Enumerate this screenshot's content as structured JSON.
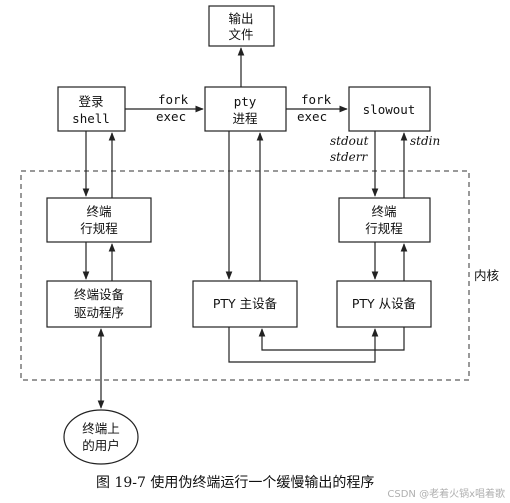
{
  "nodes": {
    "output_file": [
      "输出",
      "文件"
    ],
    "login_shell": [
      "登录",
      "shell"
    ],
    "pty_process": [
      "pty",
      "进程"
    ],
    "slowout": "slowout",
    "line_discipline_left": [
      "终端",
      "行规程"
    ],
    "line_discipline_right": [
      "终端",
      "行规程"
    ],
    "terminal_driver": [
      "终端设备",
      "驱动程序"
    ],
    "pty_master": "PTY 主设备",
    "pty_slave": "PTY 从设备",
    "terminal_user": [
      "终端上",
      "的用户"
    ]
  },
  "edge_labels": {
    "fork1": "fork",
    "exec1": "exec",
    "fork2": "fork",
    "exec2": "exec",
    "stdout": "stdout",
    "stderr": "stderr",
    "stdin": "stdin"
  },
  "region_label": "内核",
  "caption": "图 19-7   使用伪终端运行一个缓慢输出的程序",
  "watermark": "CSDN @老着火锅x唱着歌"
}
